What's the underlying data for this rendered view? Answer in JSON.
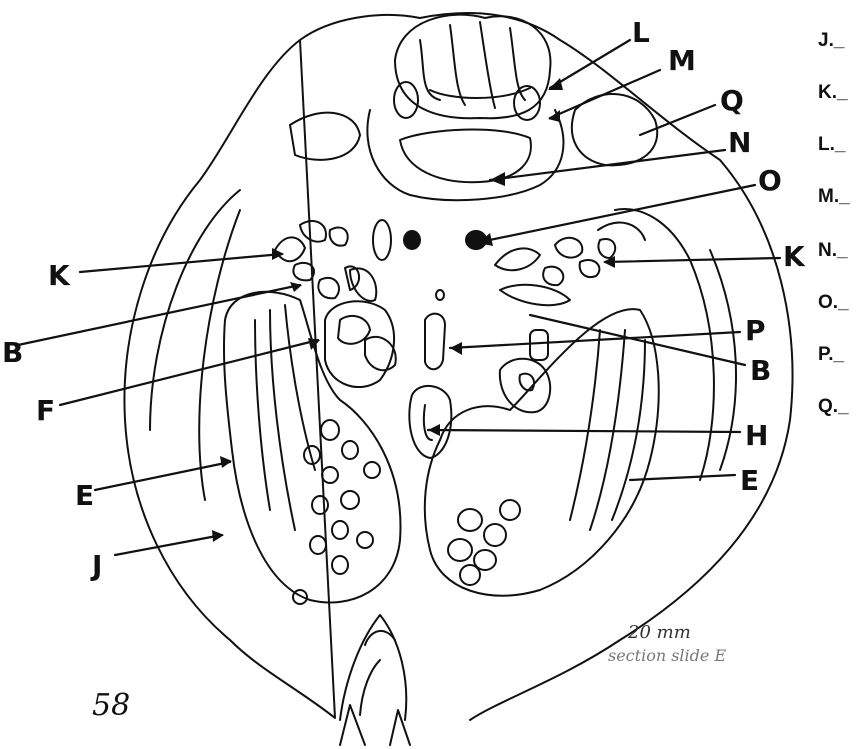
{
  "diagram": {
    "labels": {
      "L": "L",
      "M": "M",
      "Q": "Q",
      "N": "N",
      "O": "O",
      "K_left": "K",
      "K_right": "K",
      "B_left": "B",
      "B_right": "B",
      "P": "P",
      "F": "F",
      "H": "H",
      "E_left": "E",
      "E_right": "E",
      "J": "J"
    },
    "page_number": "58",
    "note_size": "20 mm",
    "note_slide": "section slide E"
  },
  "answer_key": [
    "J._",
    "K._",
    "L._",
    "M._",
    "N._",
    "O._",
    "P._",
    "Q._"
  ]
}
